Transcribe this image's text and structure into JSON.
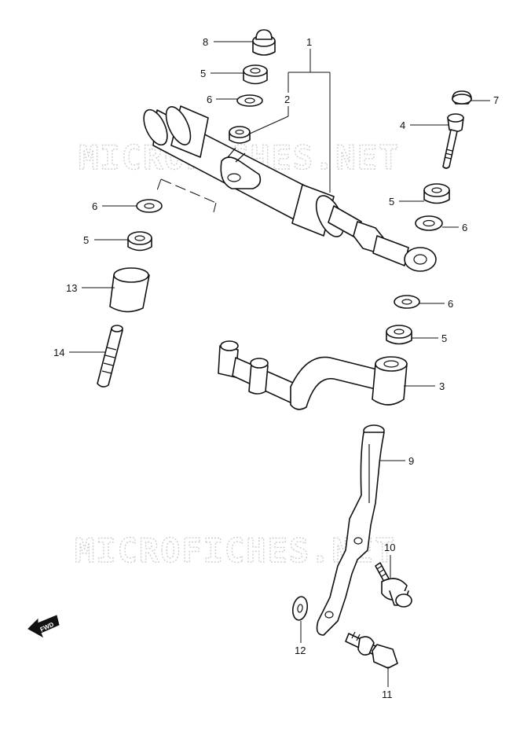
{
  "watermark": {
    "top": "MICROFICHES.NET",
    "bottom": "MICROFICHES.NET"
  },
  "fwd_label": "FWD",
  "callouts": {
    "c1": "1",
    "c2": "2",
    "c3": "3",
    "c4": "4",
    "c5a": "5",
    "c5b": "5",
    "c5c": "5",
    "c5d": "5",
    "c6a": "6",
    "c6b": "6",
    "c6c": "6",
    "c6d": "6",
    "c7": "7",
    "c8": "8",
    "c9": "9",
    "c10": "10",
    "c11": "11",
    "c12": "12",
    "c13": "13",
    "c14": "14"
  }
}
